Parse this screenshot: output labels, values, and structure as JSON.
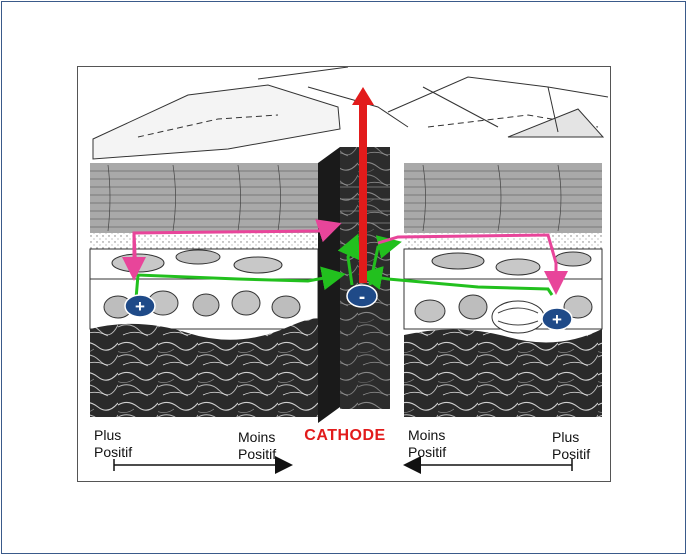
{
  "labels": {
    "cathode": "CATHODE",
    "left_outer_line1": "Plus",
    "left_outer_line2": "Positif",
    "left_inner_line1": "Moins",
    "left_inner_line2": "Positif",
    "right_inner_line1": "Moins",
    "right_inner_line2": "Positif",
    "right_outer_line1": "Plus",
    "right_outer_line2": "Positif"
  },
  "charges": {
    "left_positive": "+",
    "center_negative": "-",
    "right_positive": "+"
  },
  "colors": {
    "current_arrow": "#e21b1b",
    "ion_flow_green": "#22c01e",
    "ion_flow_pink": "#e8459a",
    "charge_fill": "#1f4a88"
  }
}
